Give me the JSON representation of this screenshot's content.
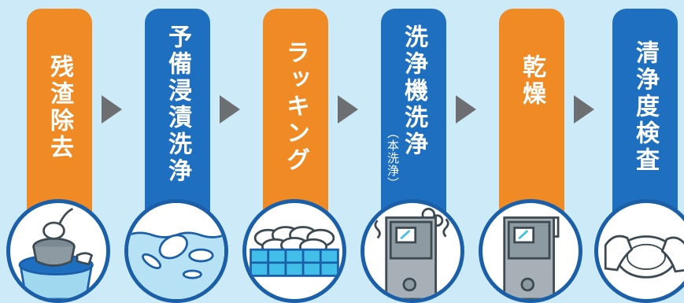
{
  "steps": [
    {
      "label": "残渣除去",
      "color": "#f08a24",
      "icon": "bucket-scraping-icon"
    },
    {
      "label": "予備浸漬洗浄",
      "color": "#1e6fbf",
      "icon": "soaking-dishes-icon"
    },
    {
      "label": "ラッキング",
      "color": "#f08a24",
      "icon": "dish-rack-icon"
    },
    {
      "label": "洗浄機洗浄",
      "sub": "（本洗浄）",
      "color": "#1e6fbf",
      "icon": "dishwasher-steam-icon"
    },
    {
      "label": "乾燥",
      "color": "#f08a24",
      "icon": "dishwasher-drying-icon"
    },
    {
      "label": "清浄度検査",
      "color": "#1e6fbf",
      "icon": "hands-inspecting-plate-icon"
    }
  ],
  "colors": {
    "background": "#cdeaf8",
    "arrow": "#6d6e71",
    "circle_border": "#1b5fa8"
  }
}
